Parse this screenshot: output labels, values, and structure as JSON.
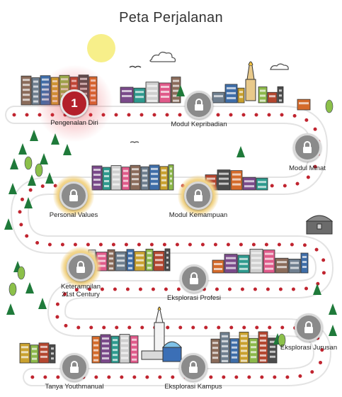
{
  "page": {
    "title": "Peta Perjalanan"
  },
  "nodes": [
    {
      "label": "Pengenalan Diri",
      "number": "1",
      "status": "active"
    },
    {
      "label": "Modul Kepribadian",
      "status": "locked"
    },
    {
      "label": "Modul Minat",
      "status": "locked"
    },
    {
      "label": "Personal Values",
      "status": "locked"
    },
    {
      "label": "Modul Kemampuan",
      "status": "locked"
    },
    {
      "label": "Keterampilan 21st Century",
      "status": "locked"
    },
    {
      "label": "Eksplorasi Profesi",
      "status": "locked"
    },
    {
      "label": "Eksplorasi Jurusan",
      "status": "locked"
    },
    {
      "label": "Tanya Youthmanual",
      "status": "locked"
    },
    {
      "label": "Eksplorasi Kampus",
      "status": "locked"
    }
  ],
  "colors": {
    "active": "#b3202a",
    "locked": "#8b8b8b",
    "path_dots": "#c0242f",
    "sun": "#f7ef8a"
  }
}
